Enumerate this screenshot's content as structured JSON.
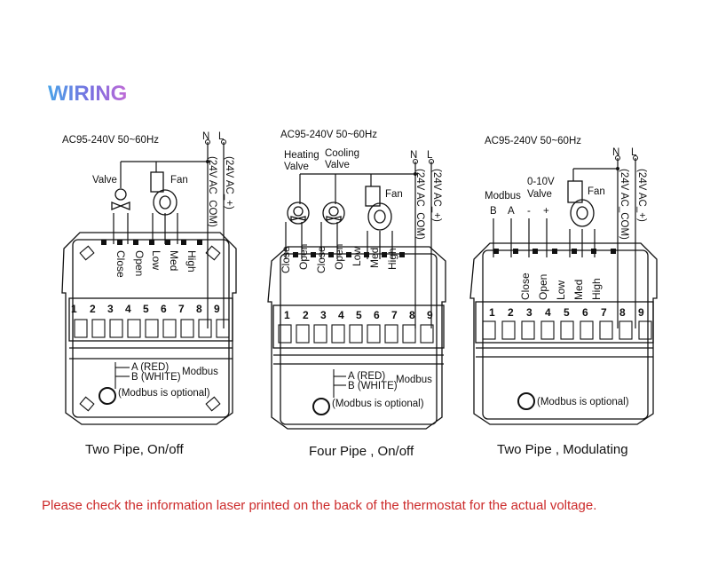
{
  "title": "WIRING",
  "note": "Please check the information laser printed on the back of the thermostat for the actual voltage.",
  "panels": [
    {
      "caption": "Two Pipe, On/off",
      "supply": "AC95-240V  50~60Hz",
      "n_label": "N",
      "l_label": "L",
      "com_label": "(24V AC_COM)",
      "plus_label": "(24V AC_+)",
      "valve_label": "Valve",
      "fan_label": "Fan",
      "terminal_labels": [
        "Close",
        "Open",
        "Low",
        "Med",
        "High"
      ],
      "numbers": [
        "1",
        "2",
        "3",
        "4",
        "5",
        "6",
        "7",
        "8",
        "9"
      ],
      "modbus_a": "A (RED)",
      "modbus_b": "B (WHITE)",
      "modbus_title": "Modbus",
      "modbus_note": "(Modbus is optional)"
    },
    {
      "caption": "Four Pipe , On/off",
      "supply": "AC95-240V  50~60Hz",
      "n_label": "N",
      "l_label": "L",
      "com_label": "(24V AC_COM)",
      "plus_label": "(24V AC_+)",
      "heating_label_1": "Heating",
      "heating_label_2": "Valve",
      "cooling_label_1": "Cooling",
      "cooling_label_2": "Valve",
      "fan_label": "Fan",
      "terminal_labels": [
        "Close",
        "Open",
        "Close",
        "Open",
        "Low",
        "Med",
        "High"
      ],
      "numbers": [
        "1",
        "2",
        "3",
        "4",
        "5",
        "6",
        "7",
        "8",
        "9"
      ],
      "modbus_a": "A (RED)",
      "modbus_b": "B (WHITE)",
      "modbus_title": "Modbus",
      "modbus_note": "(Modbus is optional)"
    },
    {
      "caption": "Two Pipe , Modulating",
      "supply": "AC95-240V  50~60Hz",
      "n_label": "N",
      "l_label": "L",
      "com_label": "(24V AC_COM)",
      "plus_label": "(24V AC_+)",
      "modbus_top": "Modbus",
      "valve_top_1": "0-10V",
      "valve_top_2": "Valve",
      "fan_label": "Fan",
      "bus_labels": [
        "B",
        "A",
        "-",
        "+"
      ],
      "terminal_labels": [
        "Close",
        "Open",
        "Low",
        "Med",
        "High"
      ],
      "numbers": [
        "1",
        "2",
        "3",
        "4",
        "5",
        "6",
        "7",
        "8",
        "9"
      ],
      "modbus_note": "(Modbus is optional)"
    }
  ]
}
